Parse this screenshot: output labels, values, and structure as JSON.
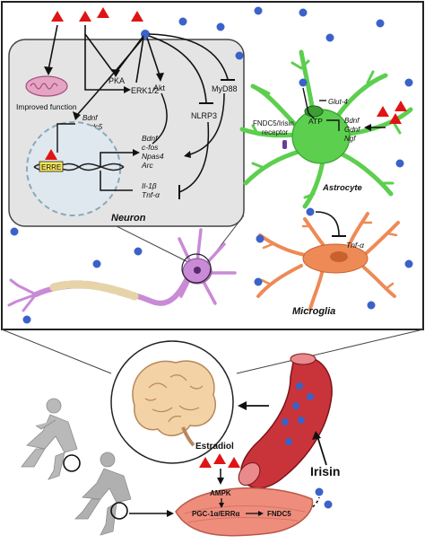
{
  "neuron": {
    "improved_function": "Improved function",
    "pka": "PKA",
    "erk": "ERK1/2",
    "akt": "Akt",
    "myd88": "MyD88",
    "nlrp3": "NLRP3",
    "bdnf_fndc5_top": [
      "Bdnf",
      "Fndc5"
    ],
    "erre": "ERRE",
    "genes_up": [
      "Bdnf",
      "c-fos",
      "Npas4",
      "Arc"
    ],
    "genes_down": [
      "Il-1β",
      "Tnf-α"
    ],
    "title": "Neuron"
  },
  "astrocyte": {
    "glut4": "Glut-4",
    "atp": "ATP",
    "genes": [
      "Bdnf",
      "Gdnf",
      "Ngf"
    ],
    "receptor": [
      "FNDC5/Irisin",
      "receptor"
    ],
    "title": "Astrocyte"
  },
  "microglia": {
    "tnf": "Tnf-α",
    "title": "Microglia"
  },
  "bottom": {
    "estradiol": "Estradiol",
    "irisin": "Irisin",
    "ampk": "AMPK",
    "pgc": "PGC-1α/ERRα",
    "fndc5": "FNDC5"
  },
  "colors": {
    "irisin_dot": "#3a62c9",
    "estradiol_triangle": "#e01414",
    "astrocyte": "#5ccf4e",
    "microglia": "#ee8a55",
    "neuron": "#c98ad6",
    "muscle": "#ef8d7d",
    "vessel": "#b0242a"
  }
}
